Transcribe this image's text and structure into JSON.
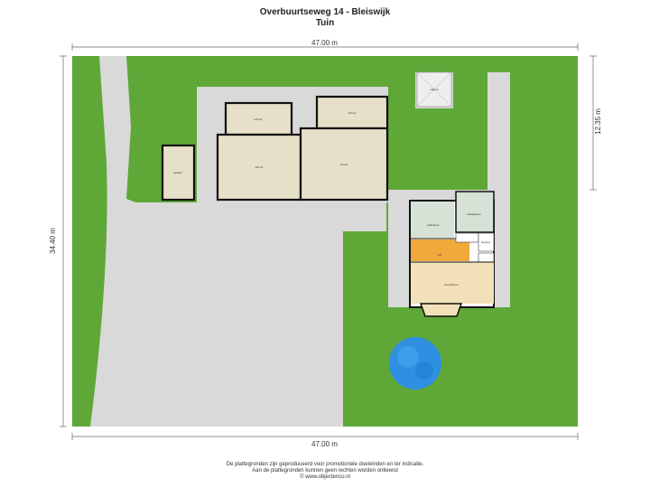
{
  "header": {
    "title": "Overbuurtseweg 14 - Bleiswijk",
    "subtitle": "Tuin"
  },
  "dimensions": {
    "top": "47.00 m",
    "bottom": "47.00 m",
    "left": "34.40 m",
    "right": "12.35 m"
  },
  "rooms": {
    "carport": "carport",
    "schuur_top_left": "schuur",
    "schuur_top_right": "schuur",
    "schuur_main": "schuur",
    "schuur_right": "schuur",
    "garage": "garage",
    "berging": "berging",
    "slaapkamer": "slaapkamer",
    "badkamer": "badkamer",
    "woonkamer": "woonkamer",
    "hal": "hal"
  },
  "colors": {
    "grass": "#5fa838",
    "paving": "#d9d9d9",
    "floor": "#e6e0c8",
    "kitchen": "#d6e2d6",
    "hall": "#f0a93a",
    "pool": "#2f8fe0",
    "living": "#f2e0b8"
  },
  "footer": {
    "line1": "De plattegronden zijn geproduceerd voor promotionele doeleinden en ter indicatie.",
    "line2": "Aan de plattegronden kunnen geen rechten worden ontleend",
    "line3": "© www.objectenco.nl"
  }
}
